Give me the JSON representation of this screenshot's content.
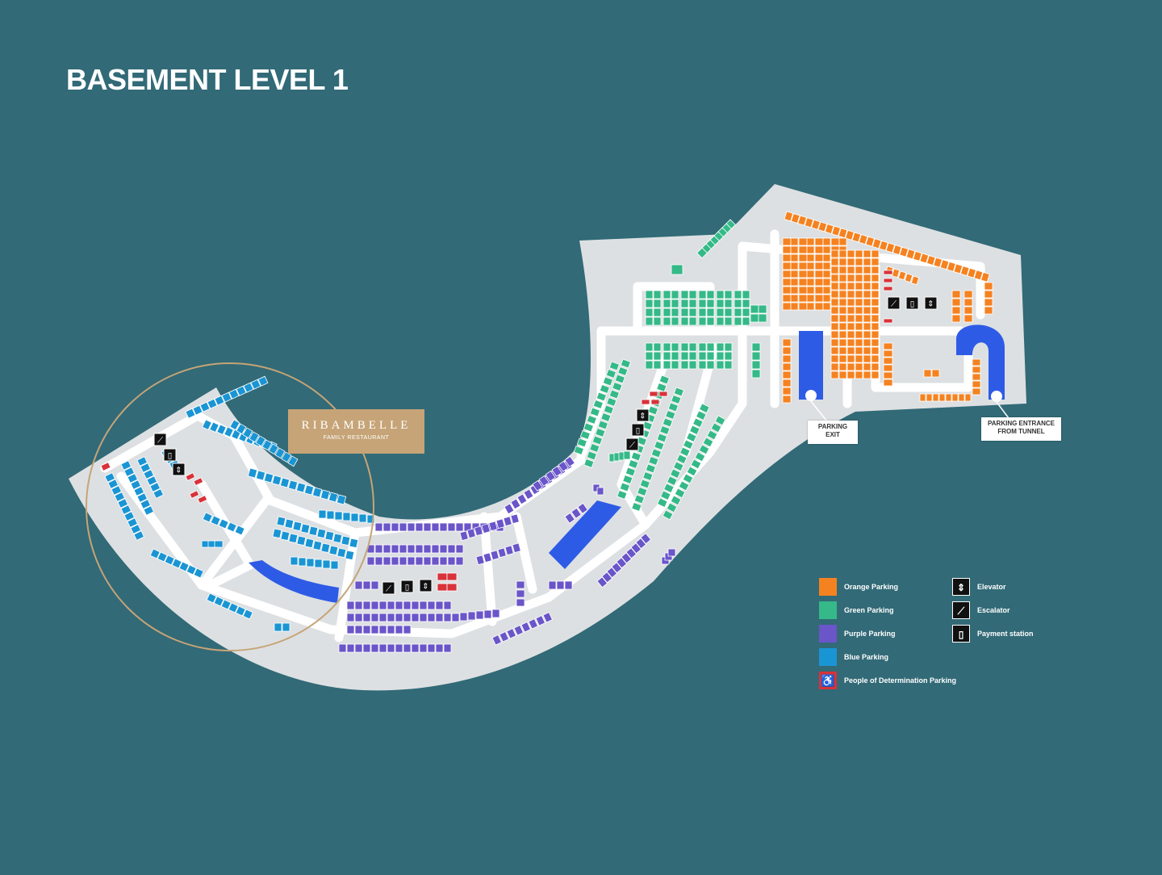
{
  "title": "BASEMENT LEVEL 1",
  "restaurant": {
    "name": "RIBAMBELLE",
    "subtitle": "FAMILY RESTAURANT"
  },
  "callouts": {
    "exit": "PARKING\nEXIT",
    "entrance": "PARKING ENTRANCE\nFROM TUNNEL"
  },
  "colors": {
    "background": "#326a77",
    "floor": "#dde0e2",
    "road": "#ffffff",
    "orange": "#f58220",
    "green": "#35b988",
    "purple": "#6a55c9",
    "blue": "#1a95d4",
    "determination": "#d8323a",
    "ramp": "#2e5be6",
    "restaurant_circle": "#c6a477"
  },
  "legend": {
    "parking": [
      {
        "label": "Orange Parking",
        "color": "#f58220",
        "icon": "orange-swatch"
      },
      {
        "label": "Green Parking",
        "color": "#35b988",
        "icon": "green-swatch"
      },
      {
        "label": "Purple Parking",
        "color": "#6a55c9",
        "icon": "purple-swatch"
      },
      {
        "label": "Blue Parking",
        "color": "#1a95d4",
        "icon": "blue-swatch"
      },
      {
        "label": "People of Determination Parking",
        "color": "#d8323a",
        "icon": "wheelchair-icon"
      }
    ],
    "amenities": [
      {
        "label": "Elevator",
        "icon": "elevator-icon",
        "glyph": "⇕"
      },
      {
        "label": "Escalator",
        "icon": "escalator-icon",
        "glyph": "⟋"
      },
      {
        "label": "Payment station",
        "icon": "payment-station-icon",
        "glyph": "▯"
      }
    ]
  }
}
